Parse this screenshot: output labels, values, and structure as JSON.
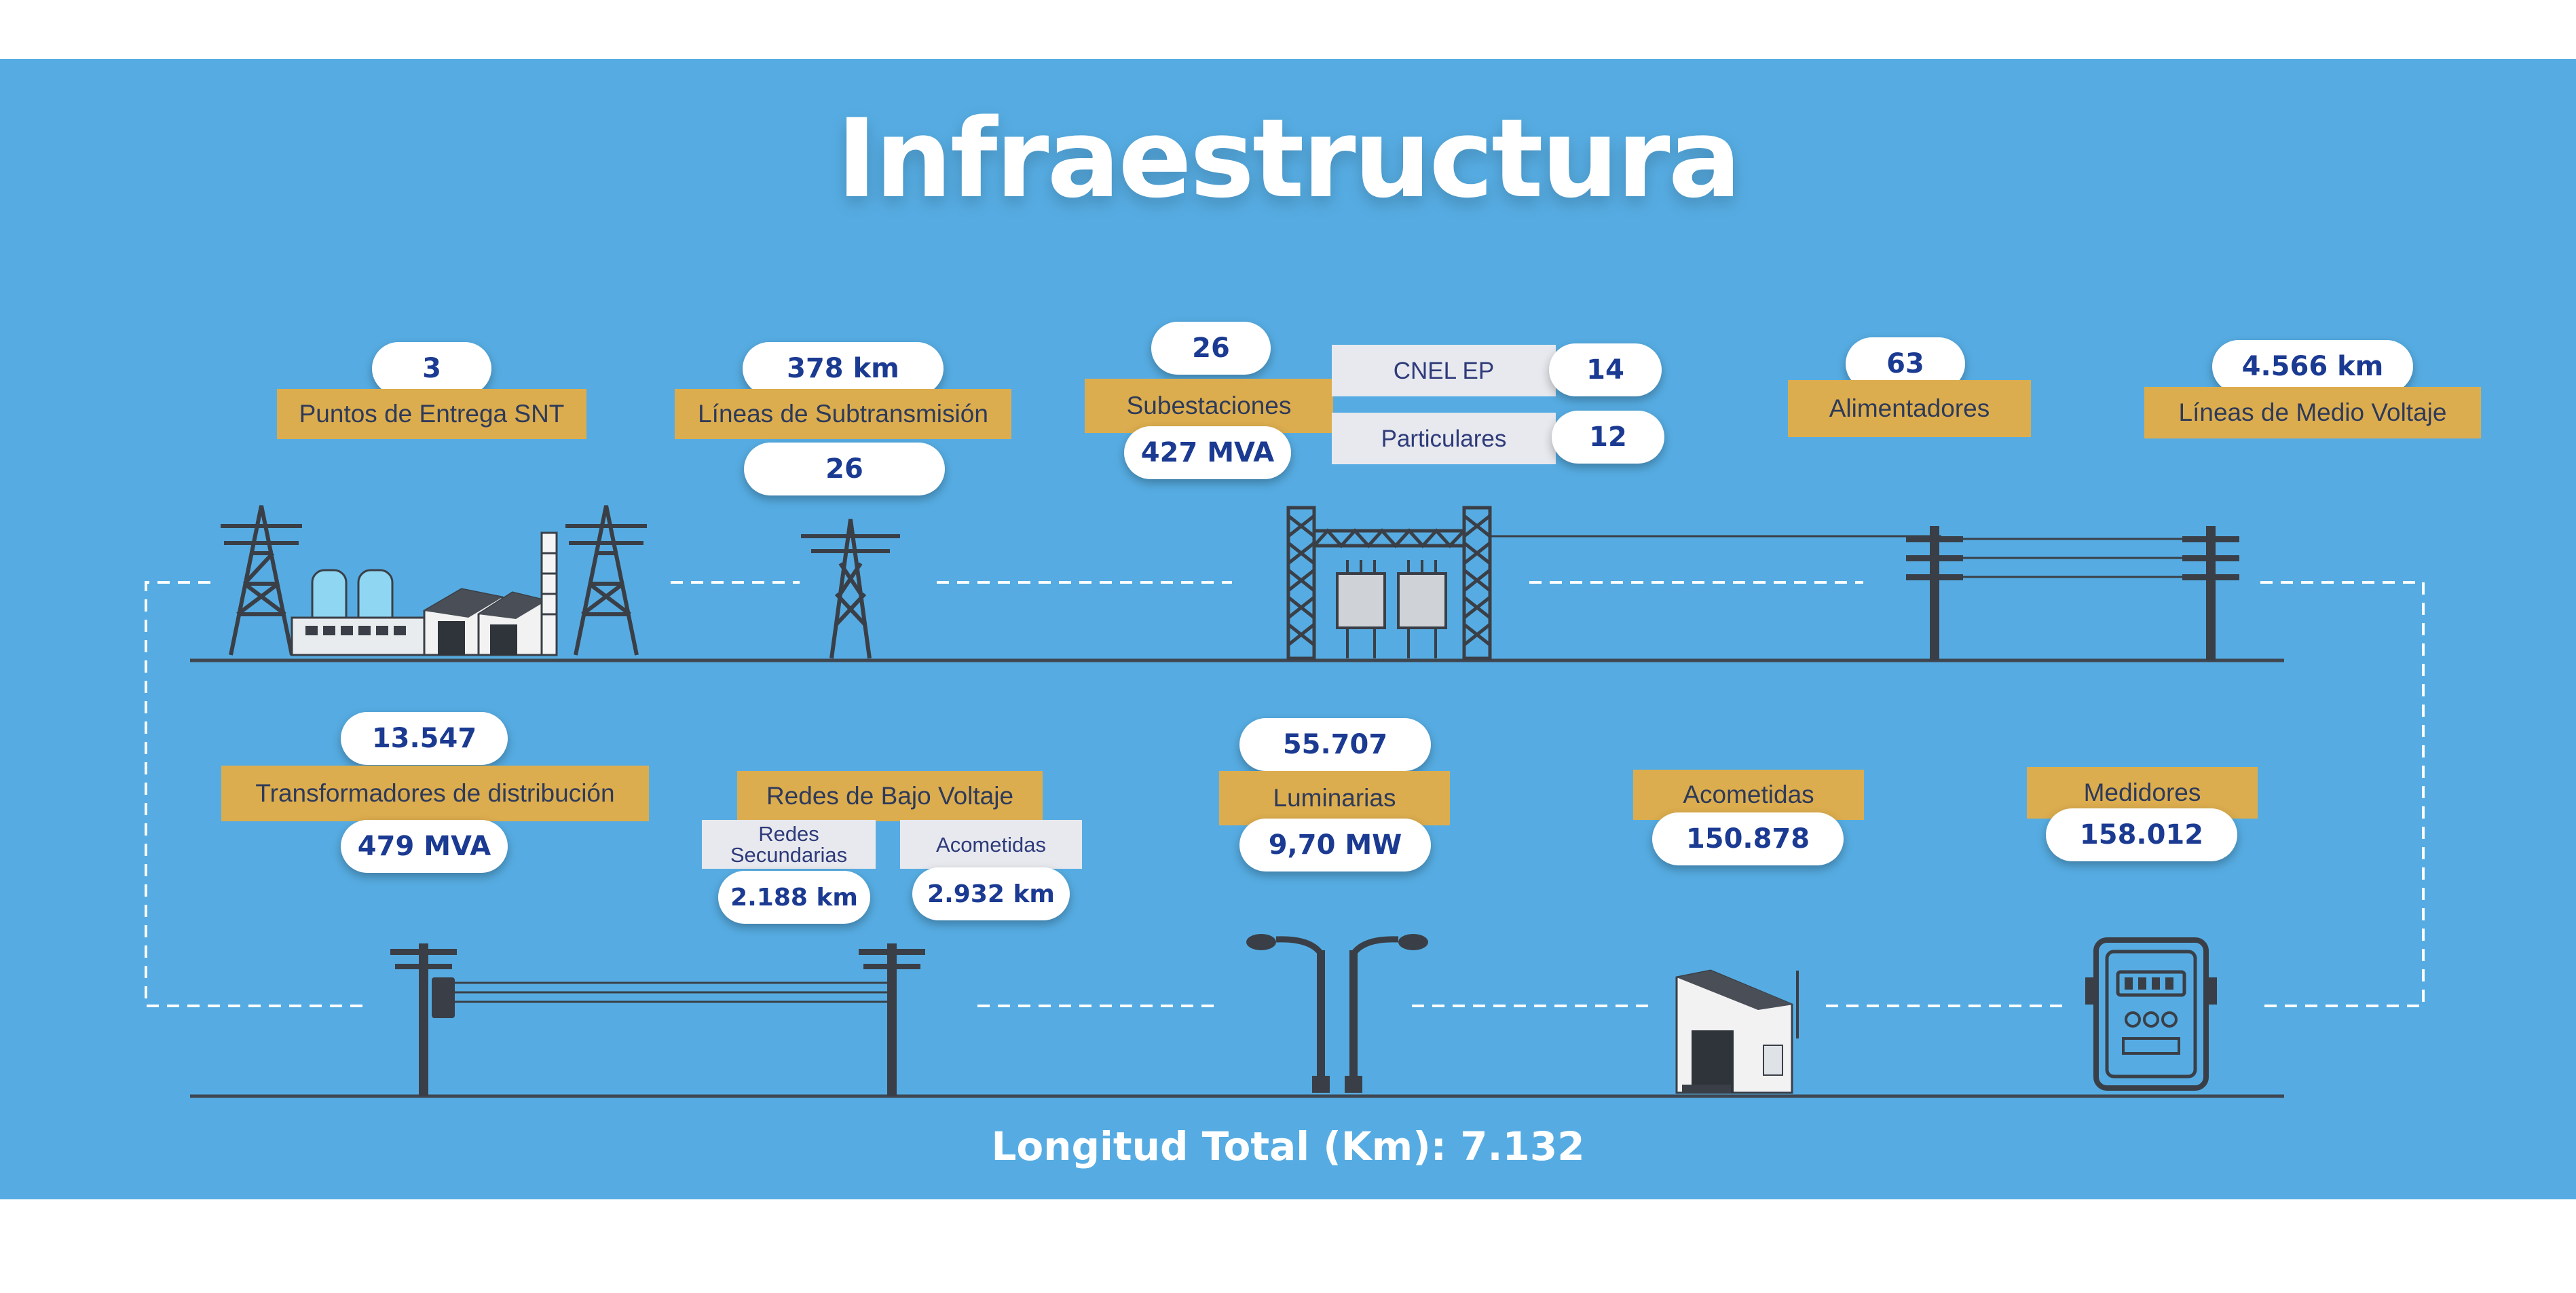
{
  "title": "Infraestructura",
  "row1": {
    "puntos": {
      "value": "3",
      "label": "Puntos de Entrega SNT"
    },
    "subtransmision": {
      "value": "378 km",
      "label": "Líneas de Subtransmisión",
      "count": "26"
    },
    "subestaciones": {
      "value": "26",
      "label": "Subestaciones",
      "capacity": "427 MVA"
    },
    "owners": [
      {
        "label": "CNEL EP",
        "value": "14"
      },
      {
        "label": "Particulares",
        "value": "12"
      }
    ],
    "alimentadores": {
      "value": "63",
      "label": "Alimentadores"
    },
    "medio_voltaje": {
      "value": "4.566  km",
      "label": "Líneas de Medio Voltaje"
    }
  },
  "row2": {
    "transformadores": {
      "value": "13.547",
      "label": "Transformadores de distribución",
      "capacity": "479 MVA"
    },
    "bajo_voltaje": {
      "label": "Redes de Bajo Voltaje",
      "redes_line1": "Redes",
      "redes_line2": "Secundarias",
      "redes_value": "2.188  km",
      "acometidas_label": "Acometidas",
      "acometidas_value": "2.932  km"
    },
    "luminarias": {
      "value": "55.707",
      "label": "Luminarias",
      "power": "9,70 MW"
    },
    "acometidas": {
      "label": "Acometidas",
      "value": "150.878"
    },
    "medidores": {
      "label": "Medidores",
      "value": "158.012"
    }
  },
  "footer": {
    "total": "Longitud Total (Km):  7.132"
  },
  "colors": {
    "background": "#56ace2",
    "label_gold": "#dcad4e",
    "label_gray": "#e7e9ee",
    "value_text": "#1b3a92",
    "structure": "#444a52"
  }
}
